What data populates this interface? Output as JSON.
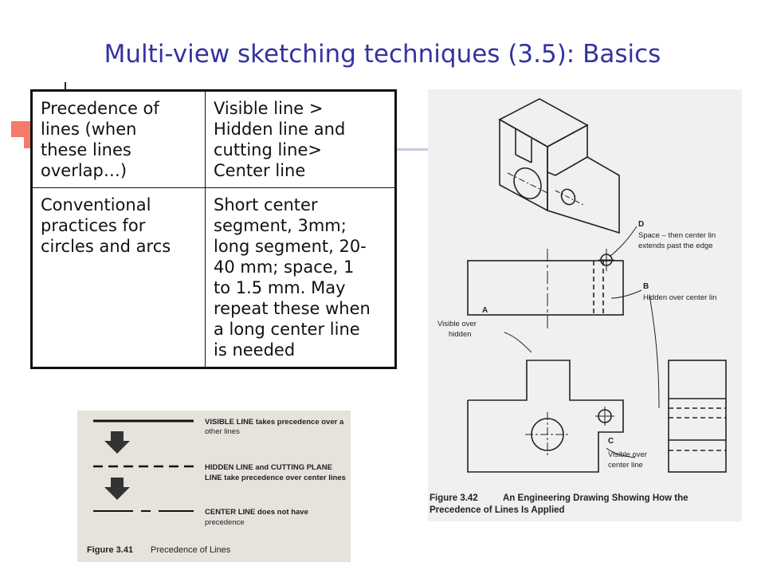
{
  "slide": {
    "title": "Multi-view sketching techniques (3.5): Basics"
  },
  "table": {
    "rows": [
      {
        "label": [
          "Precedence of",
          "lines (when",
          "these lines",
          "overlap…)"
        ],
        "value": [
          "Visible line >",
          "Hidden line and",
          "cutting line>",
          "Center line"
        ]
      },
      {
        "label": [
          "Conventional",
          "practices for",
          "circles and arcs"
        ],
        "value": [
          "Short center",
          "segment, 3mm;",
          "long segment, 20-",
          "40 mm; space, 1",
          "to 1.5 mm. May",
          "repeat these when",
          "a long center line",
          "is needed"
        ]
      }
    ]
  },
  "figure41": {
    "visible_text": [
      "VISIBLE LINE takes precedence over a",
      "other lines"
    ],
    "hidden_text": [
      "HIDDEN LINE and CUTTING PLANE",
      "LINE take precedence over center lines"
    ],
    "center_text": [
      "CENTER LINE does not have",
      "precedence"
    ],
    "caption_num": "Figure 3.41",
    "caption_title": "Precedence of Lines"
  },
  "figure42": {
    "label_d": "D",
    "text_d": [
      "Space – then center lin",
      "extends past the edge"
    ],
    "label_b": "B",
    "text_b": "Hidden over center lin",
    "label_a": "A",
    "text_a": [
      "Visible over",
      "hidden"
    ],
    "label_c": "C",
    "text_c": [
      "Visible over",
      "center line"
    ],
    "caption_num": "Figure 3.42",
    "caption_title": [
      "An Engineering Drawing Showing How the",
      "Precedence of Lines Is Applied"
    ]
  }
}
